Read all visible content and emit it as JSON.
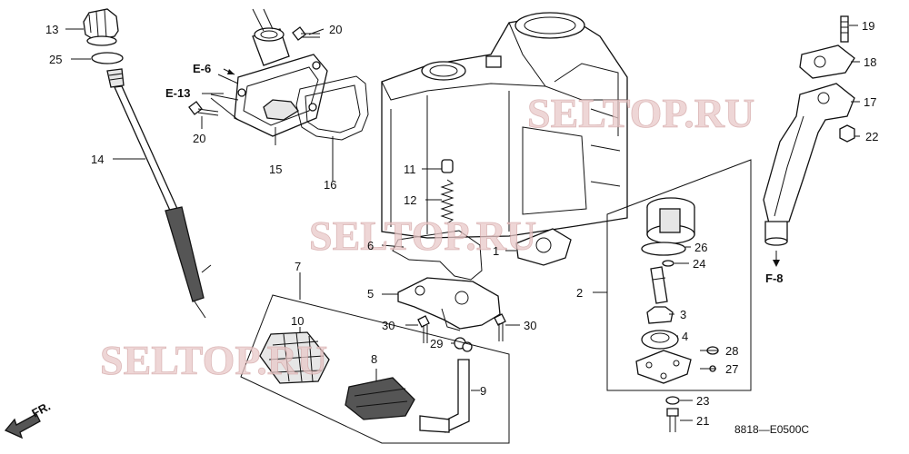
{
  "diagram": {
    "part_numbers": [
      "1",
      "2",
      "3",
      "4",
      "5",
      "6",
      "7",
      "8",
      "9",
      "10",
      "11",
      "12",
      "13",
      "14",
      "15",
      "16",
      "17",
      "18",
      "19",
      "20",
      "20",
      "21",
      "22",
      "23",
      "24",
      "25",
      "26",
      "27",
      "28",
      "29",
      "30",
      "30"
    ],
    "references": [
      "E-6",
      "E-13",
      "F-8"
    ],
    "direction_label": "FR.",
    "diagram_code": "8818—E0500C",
    "watermark": "SELTOP.RU"
  }
}
